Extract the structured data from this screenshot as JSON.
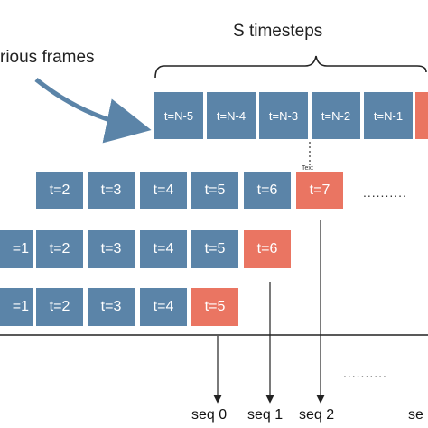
{
  "header": {
    "timesteps_label": "S timesteps",
    "previous_frames_label": "rious frames"
  },
  "top_row": [
    "t=N-5",
    "t=N-4",
    "t=N-3",
    "t=N-2",
    "t=N-1",
    ""
  ],
  "annotation_text": "Text",
  "rows": [
    {
      "cells": [
        "t=2",
        "t=3",
        "t=4",
        "t=5",
        "t=6",
        "t=7"
      ],
      "highlight_index": 5
    },
    {
      "cells": [
        "=1",
        "t=2",
        "t=3",
        "t=4",
        "t=5",
        "t=6"
      ],
      "highlight_index": 5
    },
    {
      "cells": [
        "=1",
        "t=2",
        "t=3",
        "t=4",
        "t=5"
      ],
      "highlight_index": 4
    }
  ],
  "ellipsis": "..........",
  "sequences": [
    "seq 0",
    "seq 1",
    "seq 2",
    "se"
  ],
  "colors": {
    "box_blue": "#5b84a8",
    "box_highlight": "#ea7562",
    "arrow": "#5b84a8"
  }
}
